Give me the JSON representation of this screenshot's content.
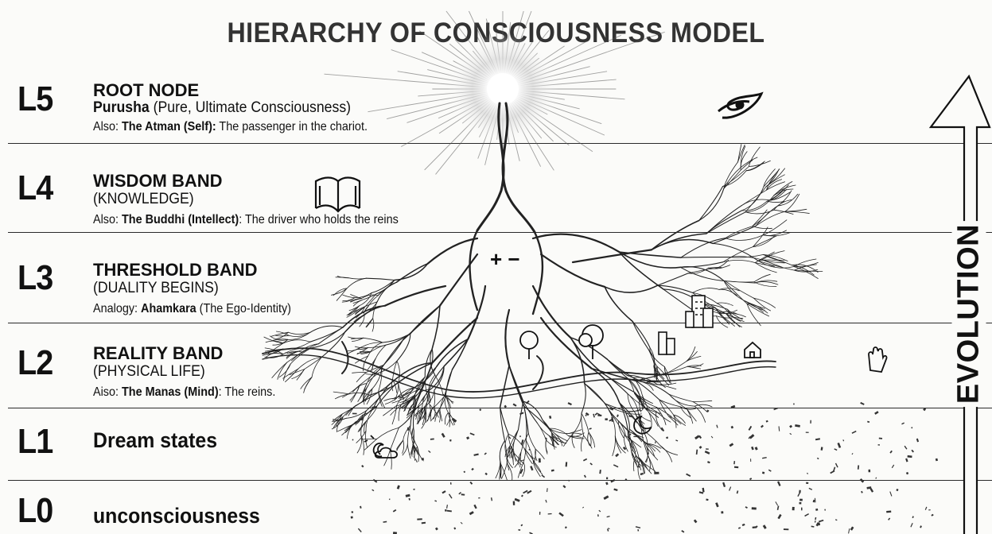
{
  "title": "HIERARCHY OF CONSCIOUSNESS MODEL",
  "levels": [
    {
      "code": "L5",
      "name": "ROOT NODE",
      "sub_bold": "Purusha",
      "sub_rest": " (Pure, Ultimate Consciousness)",
      "desc_prefix": "Also: ",
      "desc_bold": "The Atman (Self):",
      "desc_rest": " The passenger in the chariot."
    },
    {
      "code": "L4",
      "name": "WISDOM BAND",
      "sub": "(KNOWLEDGE)",
      "desc_prefix": "Also: ",
      "desc_bold": "The Buddhi (Intellect)",
      "desc_rest": ": The driver who holds the reins"
    },
    {
      "code": "L3",
      "name": "THRESHOLD BAND",
      "sub": "(DUALITY BEGINS)",
      "desc_prefix": "Analogy: ",
      "desc_bold": "Ahamkara",
      "desc_rest": " (The Ego-Identity)"
    },
    {
      "code": "L2",
      "name": "REALITY BAND",
      "sub": "(PHYSICAL LIFE)",
      "desc_prefix": "Aiso: ",
      "desc_bold": "The Manas (Mind)",
      "desc_rest": ": The reins."
    },
    {
      "code": "L1",
      "name": "Dream states"
    },
    {
      "code": "L0",
      "name": "unconsciousness"
    }
  ],
  "duality_symbol": "+ −",
  "evolution_label": "EVOLUTION",
  "icons": [
    "radiant-star-icon",
    "galaxy-icon",
    "open-book-icon",
    "city-buildings-icon",
    "tree-icon",
    "house-icon",
    "hand-icon",
    "moon-cloud-icon",
    "crescent-moon-icon",
    "up-arrow-icon"
  ]
}
